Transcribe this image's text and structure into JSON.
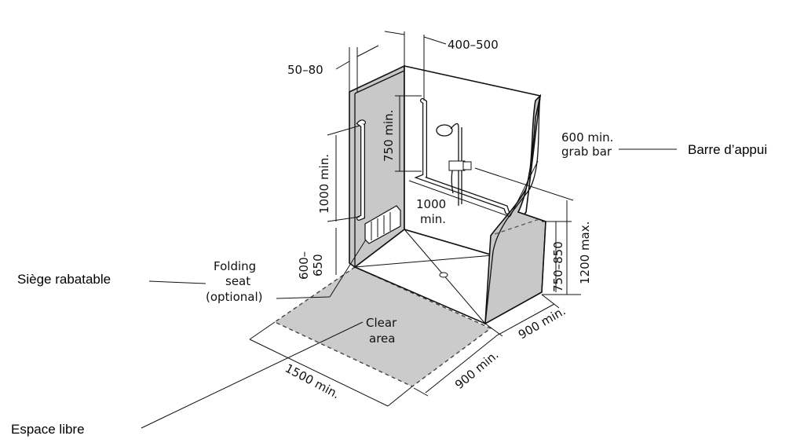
{
  "dims": {
    "d50_80": "50–80",
    "d400_500": "400–500",
    "d750": "750 min.",
    "d1000v": "1000 min.",
    "d600_650_a": "600–",
    "d600_650_b": "650",
    "d1000h_a": "1000",
    "d1000h_b": "min.",
    "d600_a": "600 min.",
    "d600_b": "grab bar",
    "d750_850": "750–850",
    "d1200": "1200 max.",
    "d900r": "900 min.",
    "d900b": "900 min.",
    "d1500": "1500 min."
  },
  "labels": {
    "folding_a": "Folding",
    "folding_b": "seat",
    "folding_c": "(optional)",
    "clear_a": "Clear",
    "clear_b": "area"
  },
  "french": {
    "grab_bar": "Barre d’appui",
    "seat": "Siège rabatable",
    "clear": "Espace libre"
  }
}
